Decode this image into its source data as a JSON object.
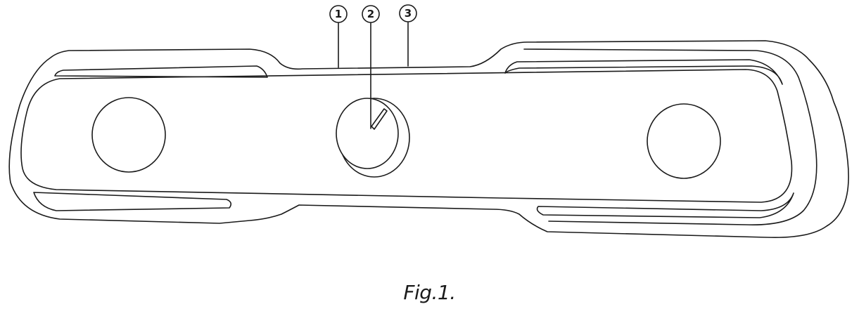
{
  "figure": {
    "caption": "Fig.1."
  },
  "callouts": [
    {
      "number": "1",
      "target": "top-edge-left"
    },
    {
      "number": "2",
      "target": "volume-knob"
    },
    {
      "number": "3",
      "target": "top-edge-right"
    }
  ],
  "colors": {
    "line": "#1a1a1a",
    "background": "#ffffff"
  }
}
